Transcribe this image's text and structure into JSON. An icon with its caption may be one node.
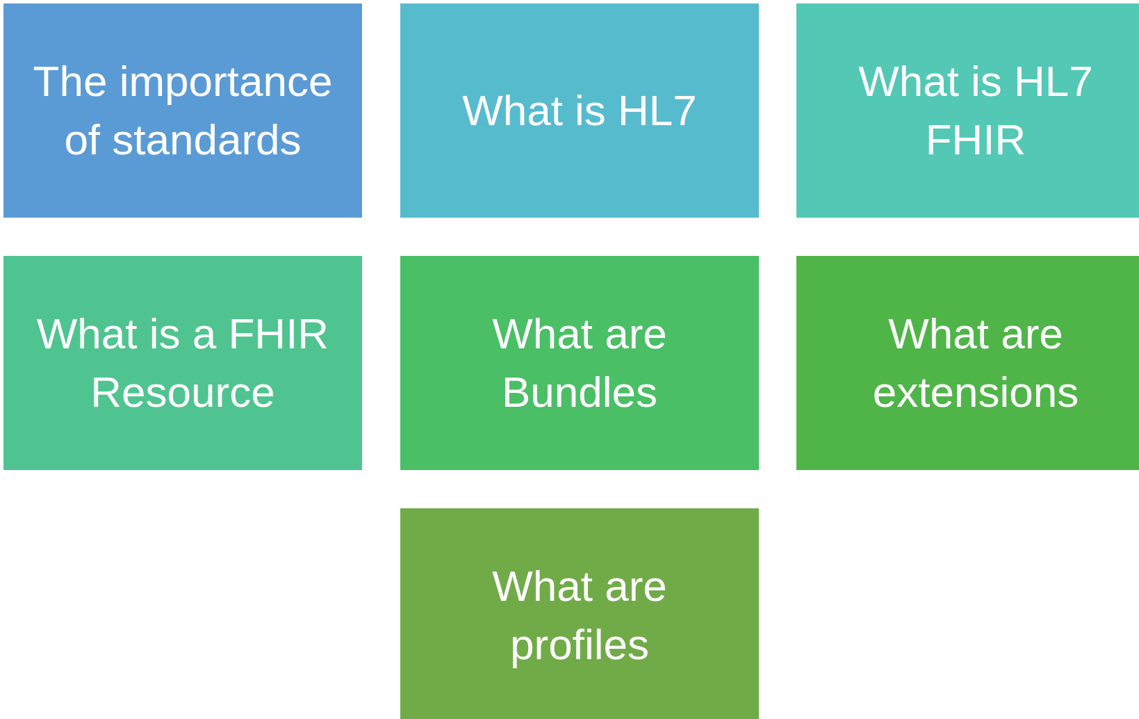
{
  "diagram": {
    "nodes": [
      {
        "text": [
          "The importance of standards"
        ]
      },
      {
        "text": [
          "What is HL7"
        ]
      },
      {
        "text": [
          "What is HL7 FHIR"
        ]
      },
      {
        "text": [
          "What is a FHIR Resource"
        ]
      },
      {
        "text": [
          "What are Bundles"
        ]
      },
      {
        "text": [
          "What are extensions"
        ]
      },
      {
        "text": [
          "What are profiles"
        ]
      }
    ]
  }
}
